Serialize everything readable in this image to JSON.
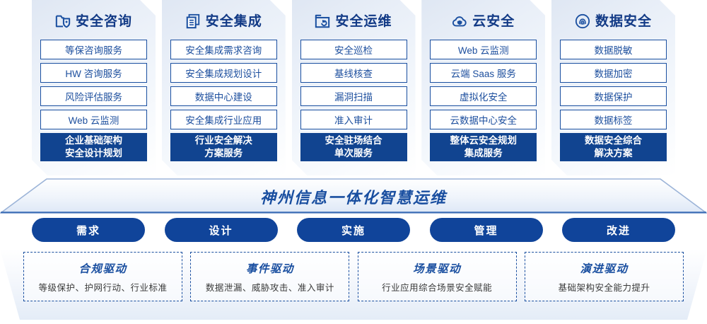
{
  "columns": [
    {
      "icon": "folder-shield-icon",
      "title": "安全咨询",
      "items": [
        "等保咨询服务",
        "HW 咨询服务",
        "风险评估服务",
        "Web 云监测"
      ],
      "highlight": [
        "企业基础架构",
        "安全设计规划"
      ]
    },
    {
      "icon": "document-stack-icon",
      "title": "安全集成",
      "items": [
        "安全集成需求咨询",
        "安全集成规划设计",
        "数据中心建设",
        "安全集成行业应用"
      ],
      "highlight": [
        "行业安全解决",
        "方案服务"
      ]
    },
    {
      "icon": "monitor-chart-icon",
      "title": "安全运维",
      "items": [
        "安全巡检",
        "基线核查",
        "漏洞扫描",
        "准入审计"
      ],
      "highlight": [
        "安全驻场结合",
        "单次服务"
      ]
    },
    {
      "icon": "cloud-shield-icon",
      "title": "云安全",
      "items": [
        "Web 云监测",
        "云端 Saas 服务",
        "虚拟化安全",
        "云数据中心安全"
      ],
      "highlight": [
        "整体云安全规划",
        "集成服务"
      ]
    },
    {
      "icon": "fingerprint-icon",
      "title": "数据安全",
      "items": [
        "数据脱敏",
        "数据加密",
        "数据保护",
        "数据标签"
      ],
      "highlight": [
        "数据安全综合",
        "解决方案"
      ]
    }
  ],
  "banner": {
    "text": "神州信息一体化智慧运维"
  },
  "pills": [
    {
      "label": "需求"
    },
    {
      "label": "设计"
    },
    {
      "label": "实施"
    },
    {
      "label": "管理"
    },
    {
      "label": "改进"
    }
  ],
  "drivers": [
    {
      "title": "合规驱动",
      "desc": "等级保护、护网行动、行业标准"
    },
    {
      "title": "事件驱动",
      "desc": "数据泄漏、威胁攻击、准入审计"
    },
    {
      "title": "场景驱动",
      "desc": "行业应用综合场景安全赋能"
    },
    {
      "title": "演进驱动",
      "desc": "基础架构安全能力提升"
    }
  ],
  "colors": {
    "primary": "#10449a",
    "border": "#1a4fa0",
    "text_blue": "#1d4f9e",
    "highlight_bg": "#114490"
  }
}
